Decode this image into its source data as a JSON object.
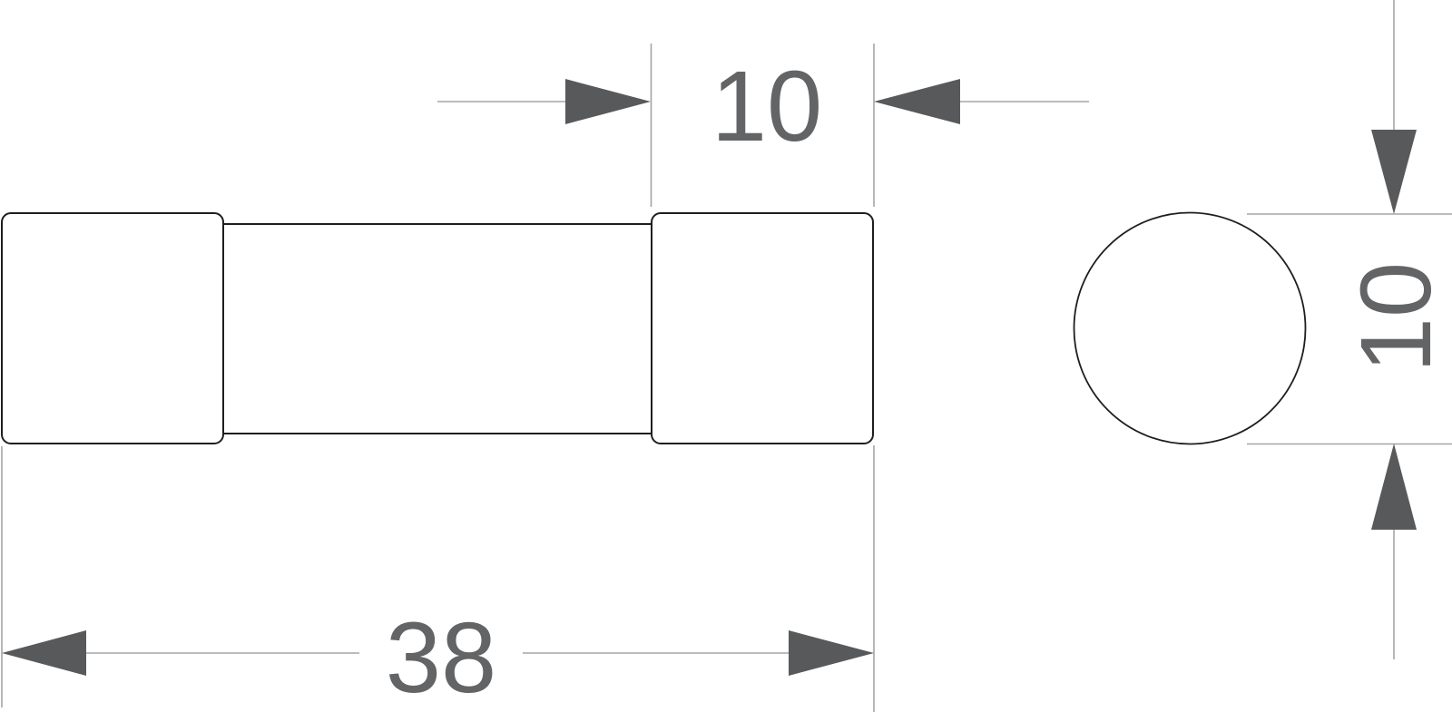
{
  "drawing": {
    "subject": "fuse-technical-drawing",
    "dimensions": {
      "cap_width": "10",
      "overall_length": "38",
      "diameter": "10"
    }
  },
  "colors": {
    "object_line": "#1e1e20",
    "dim_line": "#a5a5a5",
    "arrow": "#58595b",
    "dim_text": "#636466",
    "background": "#ffffff",
    "object_fill": "#ffffff"
  }
}
